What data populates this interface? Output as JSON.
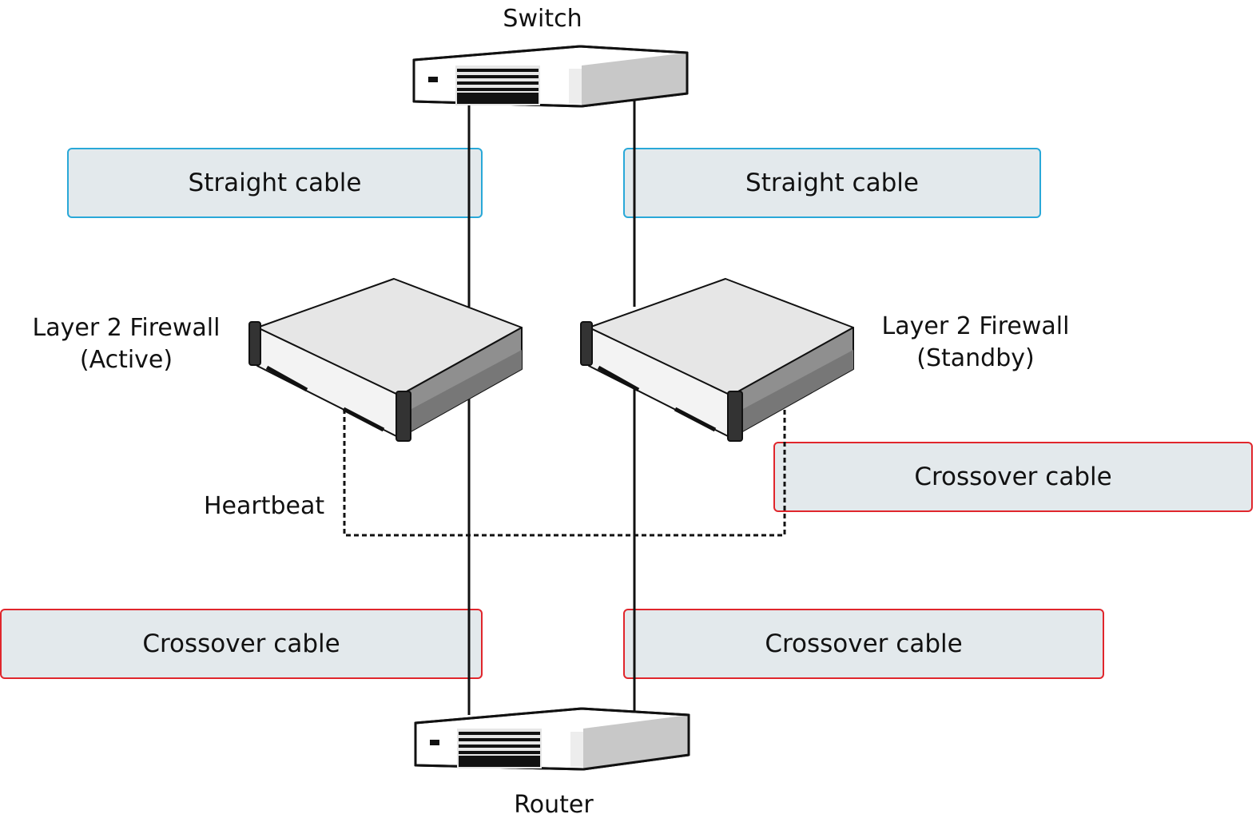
{
  "devices": {
    "switch": {
      "label": "Switch"
    },
    "router": {
      "label": "Router"
    },
    "firewall_active": {
      "line1": "Layer 2 Firewall",
      "line2": "(Active)"
    },
    "firewall_standby": {
      "line1": "Layer 2 Firewall",
      "line2": "(Standby)"
    }
  },
  "links": {
    "heartbeat_label": "Heartbeat",
    "switch_to_active": "Straight cable",
    "switch_to_standby": "Straight cable",
    "standby_heartbeat": "Crossover cable",
    "active_to_router": "Crossover cable",
    "standby_to_router": "Crossover cable"
  },
  "colors": {
    "straight_border": "#29a8d8",
    "crossover_border": "#e0262c",
    "box_fill": "#e3e9ec"
  }
}
